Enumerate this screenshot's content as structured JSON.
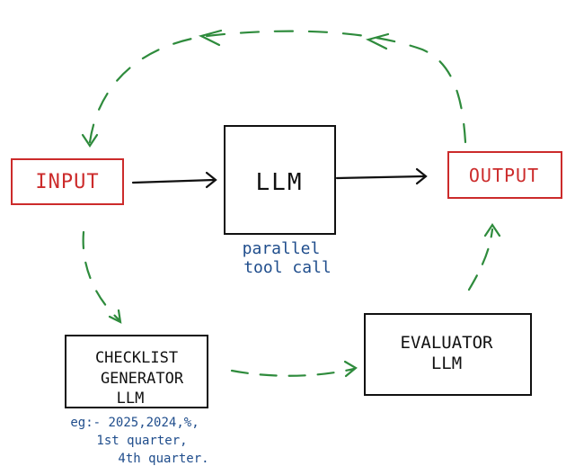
{
  "nodes": {
    "input": {
      "label": "INPUT",
      "color": "#cc2b2b"
    },
    "llm": {
      "label": "LLM",
      "color": "#111111"
    },
    "output": {
      "label": "OUTPUT",
      "color": "#cc2b2b"
    },
    "checklist": {
      "lines": [
        "CHECKLIST",
        "GENERATOR",
        "LLM"
      ],
      "color": "#111111"
    },
    "evaluator": {
      "lines": [
        "EVALUATOR",
        "LLM"
      ],
      "color": "#111111"
    }
  },
  "annotations": {
    "parallel": {
      "lines": [
        "parallel",
        "tool call"
      ],
      "color": "#1f4d8c"
    },
    "examples": {
      "lines": [
        "eg:- 2025,2024,%,",
        "1st quarter,",
        "4th quarter."
      ],
      "color": "#1f4d8c"
    }
  },
  "colors": {
    "dashed_arrow": "#2e8b3c",
    "solid_arrow": "#111111",
    "box_border": "#111111",
    "io_border": "#cc2b2b"
  }
}
